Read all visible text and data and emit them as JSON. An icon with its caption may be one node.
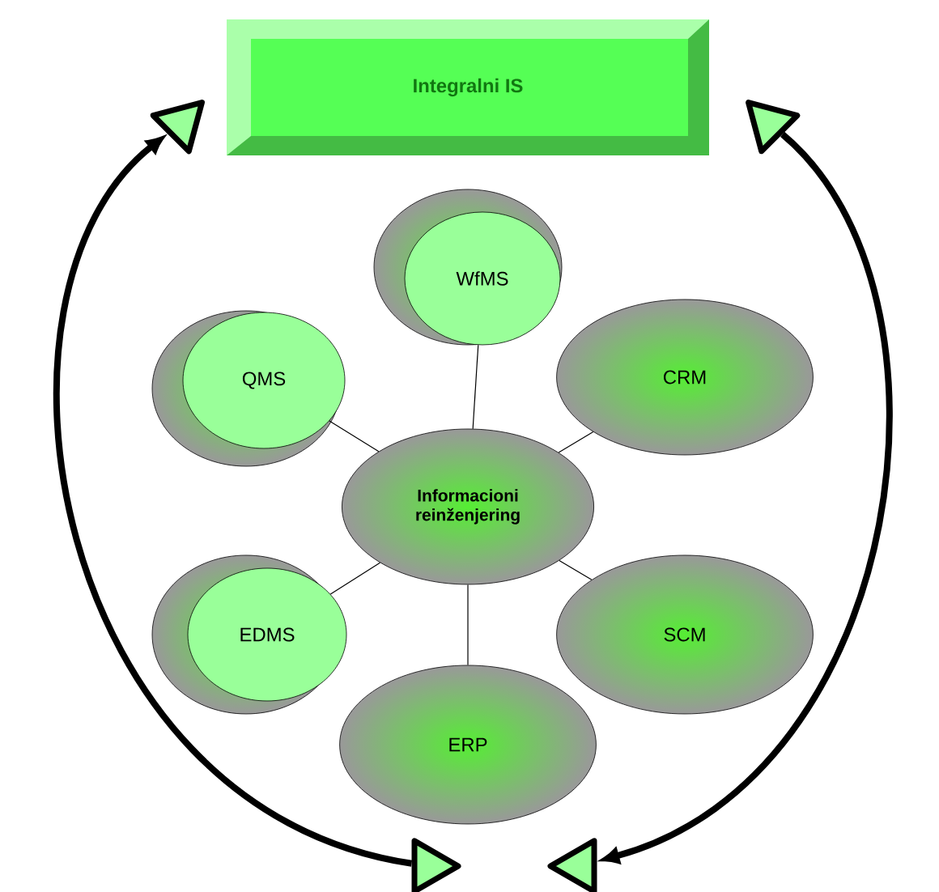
{
  "diagram": {
    "nodes": [
      {
        "text": [
          "Integralni IS"
        ]
      },
      {
        "text": [
          "WfMS"
        ]
      },
      {
        "text": [
          "QMS"
        ]
      },
      {
        "text": [
          "CRM"
        ]
      },
      {
        "text": [
          "Informacioni reinženjering"
        ]
      },
      {
        "text": [
          "EDMS"
        ]
      },
      {
        "text": [
          "SCM"
        ]
      },
      {
        "text": [
          "ERP"
        ]
      },
      {
        "text": [],
        "shape": "triangle"
      },
      {
        "text": [],
        "shape": "triangle"
      },
      {
        "text": [],
        "shape": "triangle"
      },
      {
        "text": [],
        "shape": "triangle"
      }
    ],
    "edges": [
      {
        "from": 4,
        "to": 1,
        "arrow": "none"
      },
      {
        "from": 4,
        "to": 2,
        "arrow": "none"
      },
      {
        "from": 4,
        "to": 3,
        "arrow": "none"
      },
      {
        "from": 4,
        "to": 5,
        "arrow": "none"
      },
      {
        "from": 4,
        "to": 6,
        "arrow": "none"
      },
      {
        "from": 4,
        "to": 7,
        "arrow": "none"
      },
      {
        "from": 10,
        "to": 8,
        "arrow": "to",
        "style": "thick"
      },
      {
        "from": 9,
        "to": 11,
        "arrow": "to",
        "style": "thick"
      }
    ]
  }
}
